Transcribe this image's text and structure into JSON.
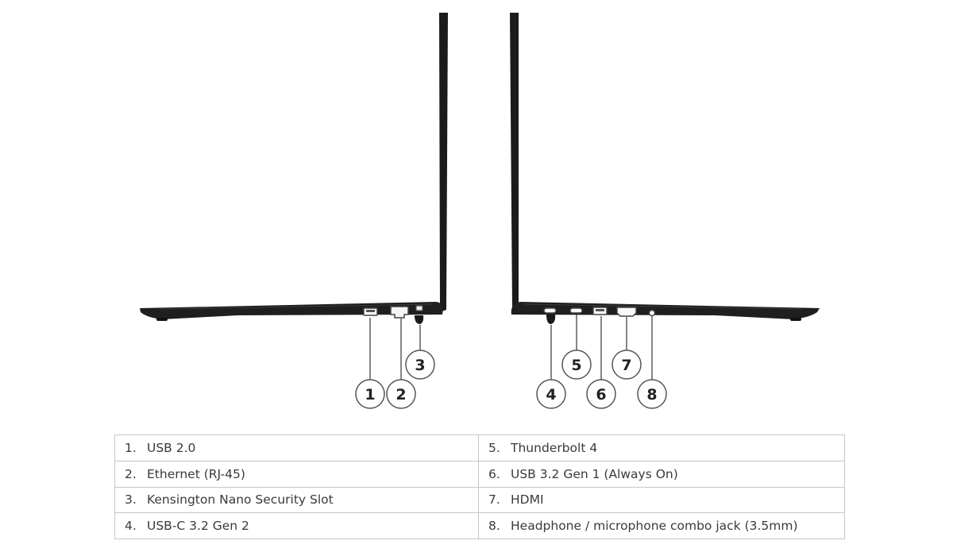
{
  "callouts": [
    {
      "number": "1"
    },
    {
      "number": "2"
    },
    {
      "number": "3"
    },
    {
      "number": "4"
    },
    {
      "number": "5"
    },
    {
      "number": "6"
    },
    {
      "number": "7"
    },
    {
      "number": "8"
    }
  ],
  "ports": [
    {
      "number": "1.",
      "label": "USB 2.0"
    },
    {
      "number": "2.",
      "label": "Ethernet (RJ-45)"
    },
    {
      "number": "3.",
      "label": "Kensington Nano Security Slot"
    },
    {
      "number": "4.",
      "label": "USB-C 3.2 Gen 2"
    },
    {
      "number": "5.",
      "label": "Thunderbolt 4"
    },
    {
      "number": "6.",
      "label": "USB 3.2 Gen 1 (Always On)"
    },
    {
      "number": "7.",
      "label": "HDMI"
    },
    {
      "number": "8.",
      "label": "Headphone / microphone combo jack (3.5mm)"
    }
  ]
}
